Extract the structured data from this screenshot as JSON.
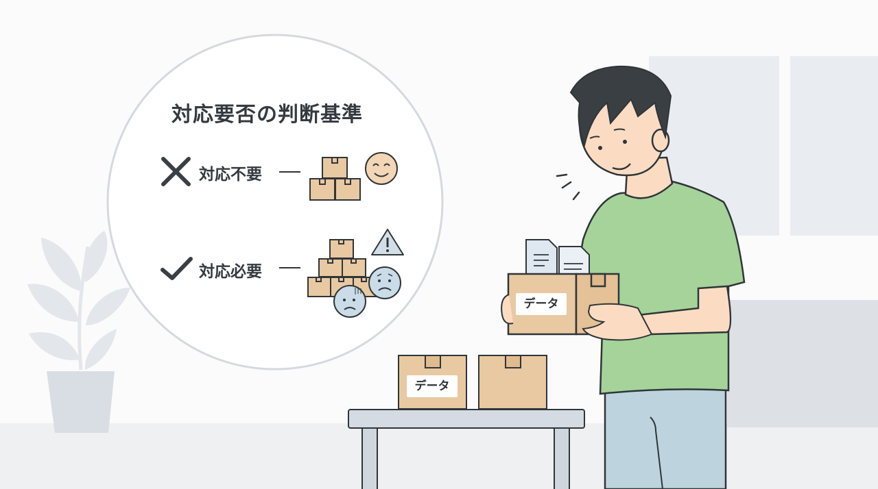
{
  "criteria_panel": {
    "title": "対応要否の判断基準",
    "items": [
      {
        "icon": "x-mark-icon",
        "label": "対応不要",
        "separator": "—",
        "illustration": "few-boxes-happy-face"
      },
      {
        "icon": "check-mark-icon",
        "label": "対応必要",
        "separator": "—",
        "illustration": "many-boxes-warning-worried-faces"
      }
    ]
  },
  "boxes": {
    "held_box_label": "データ",
    "table_box_label": "データ"
  },
  "colors": {
    "background": "#fbfbfc",
    "box_fill": "#e9c9a2",
    "outline": "#2f3538",
    "shirt": "#a5d39a",
    "pants": "#bdd3de",
    "skin": "#fbdcc3",
    "hair": "#3a3f44",
    "circle_stroke": "#d5d9dd",
    "wall_panel": "#e9ecf0"
  }
}
